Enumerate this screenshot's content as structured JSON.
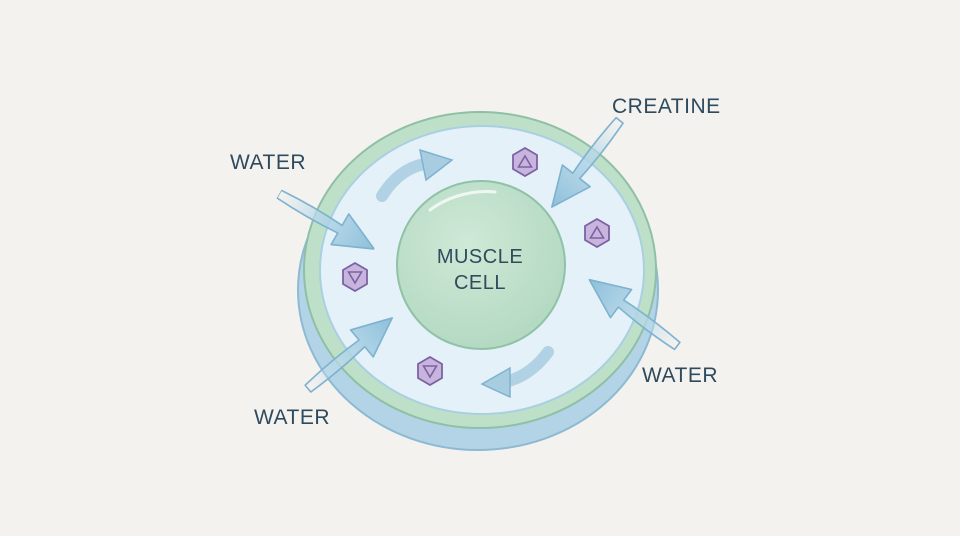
{
  "cell": {
    "label_line1": "MUSCLE",
    "label_line2": "CELL"
  },
  "labels": {
    "water_top_left": "WATER",
    "creatine": "CREATINE",
    "water_bottom_left": "WATER",
    "water_bottom_right": "WATER"
  },
  "colors": {
    "background": "#f4f2ee",
    "cell_fill": "#e4f1f8",
    "membrane": "#b9dcc3",
    "nucleus": "#bfe0cb",
    "arrow": "#9cc6dd",
    "creatine_molecule": "#9a7fb8",
    "text": "#2e4a5e"
  },
  "icons": [
    "creatine-molecule-icon",
    "inflow-arrow-icon"
  ]
}
